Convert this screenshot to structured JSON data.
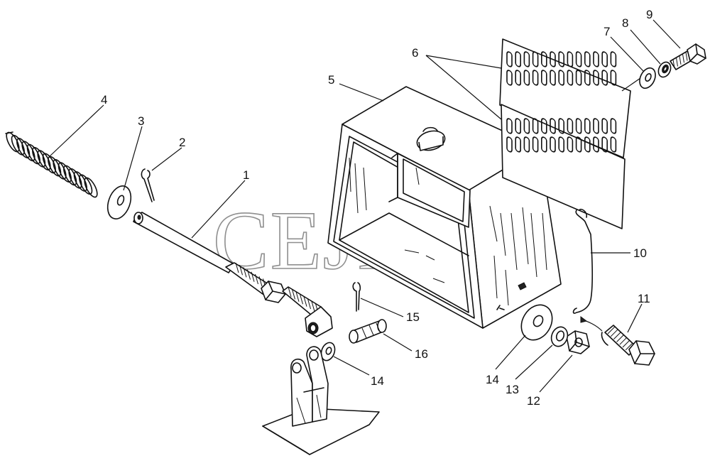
{
  "watermark": "CEJIM",
  "callouts": [
    {
      "id": "c1",
      "label": "1"
    },
    {
      "id": "c2",
      "label": "2"
    },
    {
      "id": "c3",
      "label": "3"
    },
    {
      "id": "c4",
      "label": "4"
    },
    {
      "id": "c5",
      "label": "5"
    },
    {
      "id": "c6",
      "label": "6"
    },
    {
      "id": "c7",
      "label": "7"
    },
    {
      "id": "c8",
      "label": "8"
    },
    {
      "id": "c9",
      "label": "9"
    },
    {
      "id": "c10",
      "label": "10"
    },
    {
      "id": "c11",
      "label": "11"
    },
    {
      "id": "c12",
      "label": "12"
    },
    {
      "id": "c13",
      "label": "13"
    },
    {
      "id": "c14a",
      "label": "14"
    },
    {
      "id": "c14b",
      "label": "14"
    },
    {
      "id": "c15",
      "label": "15"
    },
    {
      "id": "c16",
      "label": "16"
    }
  ]
}
